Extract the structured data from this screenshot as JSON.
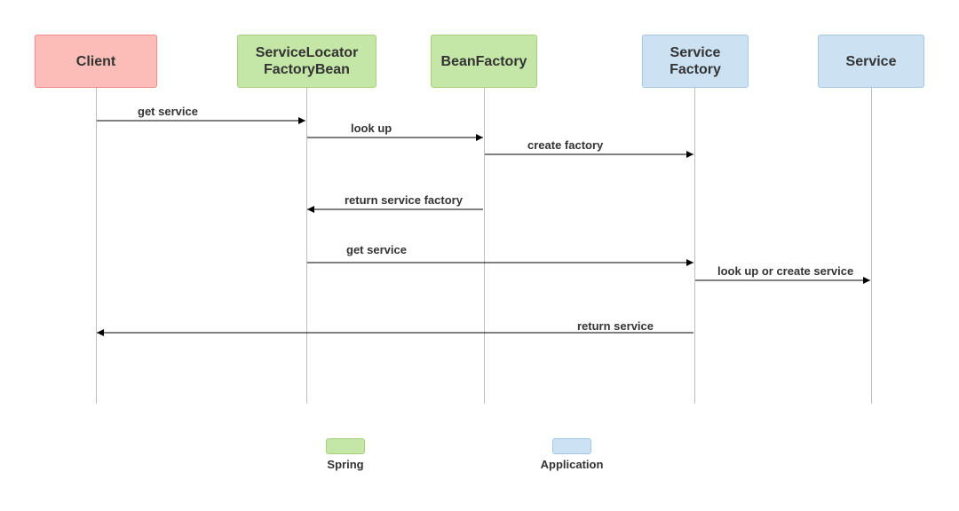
{
  "colors": {
    "client_fill": "#fcbcb8",
    "client_border": "#ef8c85",
    "spring_fill": "#c4e6a6",
    "spring_border": "#a6d07e",
    "app_fill": "#cce2f3",
    "app_border": "#a3c8e6",
    "line": "#000000",
    "lifeline": "#bdbdbd"
  },
  "participants": [
    {
      "id": "client",
      "label": "Client",
      "group": "client"
    },
    {
      "id": "slfb",
      "label": "ServiceLocator\nFactoryBean",
      "group": "spring"
    },
    {
      "id": "beanfactory",
      "label": "BeanFactory",
      "group": "spring"
    },
    {
      "id": "servicefactory",
      "label": "Service\nFactory",
      "group": "app"
    },
    {
      "id": "service",
      "label": "Service",
      "group": "app"
    }
  ],
  "messages": [
    {
      "from": "client",
      "to": "slfb",
      "label": "get service"
    },
    {
      "from": "slfb",
      "to": "beanfactory",
      "label": "look up"
    },
    {
      "from": "beanfactory",
      "to": "servicefactory",
      "label": "create factory"
    },
    {
      "from": "beanfactory",
      "to": "slfb",
      "label": "return service factory"
    },
    {
      "from": "slfb",
      "to": "servicefactory",
      "label": "get service"
    },
    {
      "from": "servicefactory",
      "to": "service",
      "label": "look up or create service"
    },
    {
      "from": "servicefactory",
      "to": "client",
      "label": "return service"
    }
  ],
  "legend": {
    "spring_label": "Spring",
    "application_label": "Application"
  }
}
